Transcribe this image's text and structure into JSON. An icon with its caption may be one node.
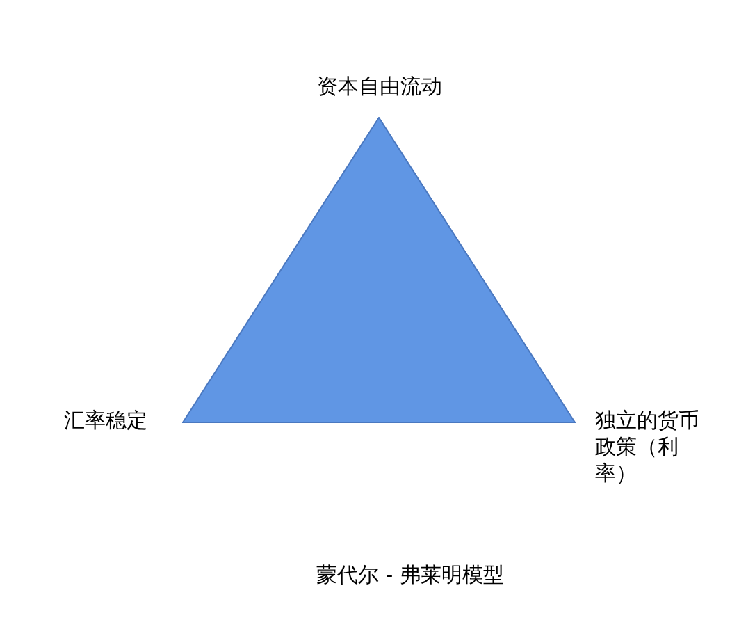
{
  "diagram": {
    "caption": "蒙代尔 - 弗莱明模型",
    "nodes": [
      {
        "text": [],
        "shape": "triangle"
      }
    ],
    "labels": [
      "资本自由流动",
      "汇率稳定",
      "独立的货币政策（利率）"
    ]
  }
}
